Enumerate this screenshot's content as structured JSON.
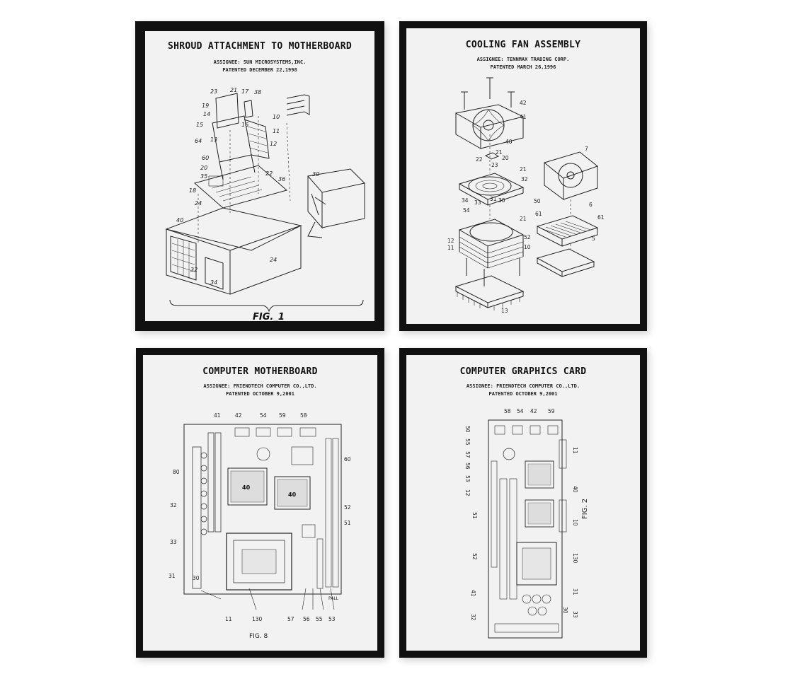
{
  "posters": [
    {
      "title": "SHROUD ATTACHMENT TO MOTHERBOARD",
      "assignee": "ASSIGNEE: SUN MICROSYSTEMS,INC.",
      "patented": "PATENTED DECEMBER 22,1998",
      "figure": "FIG._1",
      "labels": [
        "23",
        "21",
        "17",
        "38",
        "19",
        "14",
        "15",
        "16",
        "10",
        "11",
        "64",
        "13",
        "12",
        "60",
        "20",
        "22",
        "35",
        "36",
        "18",
        "30",
        "24",
        "40",
        "32",
        "34",
        "24"
      ]
    },
    {
      "title": "COOLING FAN ASSEMBLY",
      "assignee": "ASSIGNEE: TENNMAX TRADING CORP.",
      "patented": "PATENTED MARCH 26,1996",
      "labels": [
        "42",
        "41",
        "40",
        "21",
        "22",
        "23",
        "20",
        "21",
        "32",
        "7",
        "34",
        "33",
        "31",
        "30",
        "50",
        "54",
        "21",
        "6",
        "61",
        "61",
        "12",
        "11",
        "52",
        "10",
        "5",
        "13"
      ]
    },
    {
      "title": "COMPUTER MOTHERBOARD",
      "assignee": "ASSIGNEE: FRIENDTECH COMPUTER CO.,LTD.",
      "patented": "PATENTED OCTOBER 9,2001",
      "figure": "FIG. 8",
      "chip_labels": [
        "40",
        "40"
      ],
      "labels_top": [
        "41",
        "42",
        "54",
        "59",
        "58"
      ],
      "labels_left": [
        "80",
        "32",
        "33",
        "31",
        "30"
      ],
      "labels_right": [
        "60",
        "52",
        "51"
      ],
      "labels_bottom": [
        "11",
        "130",
        "57",
        "56",
        "55",
        "53"
      ],
      "pall": "PALL"
    },
    {
      "title": "COMPUTER GRAPHICS CARD",
      "assignee": "ASSIGNEE: FRIENDTECH COMPUTER CO.,LTD.",
      "patented": "PATENTED OCTOBER 9,2001",
      "figure": "FIG. 2",
      "labels_top": [
        "58",
        "54",
        "42",
        "59"
      ],
      "labels_left": [
        "50",
        "55",
        "57",
        "56",
        "53",
        "12",
        "51",
        "52",
        "41",
        "32"
      ],
      "labels_right": [
        "11",
        "40",
        "10",
        "130",
        "31",
        "30",
        "33"
      ]
    }
  ]
}
